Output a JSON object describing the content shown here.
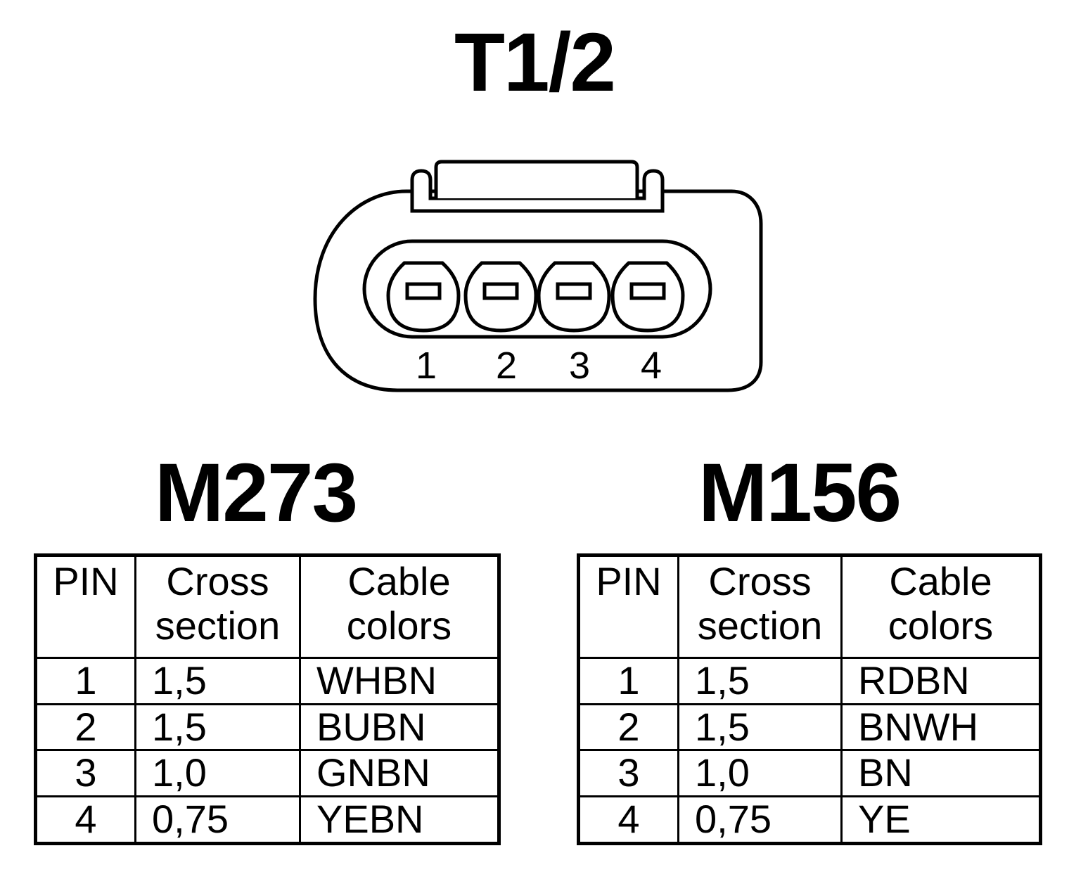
{
  "connector": {
    "title": "T1/2",
    "pins": [
      "1",
      "2",
      "3",
      "4"
    ]
  },
  "tables": [
    {
      "title": "M273",
      "headers": {
        "pin": "PIN",
        "cross_1": "Cross",
        "cross_2": "section",
        "colors_1": "Cable",
        "colors_2": "colors"
      },
      "rows": [
        {
          "pin": "1",
          "cross": "1,5",
          "color": "WHBN"
        },
        {
          "pin": "2",
          "cross": "1,5",
          "color": "BUBN"
        },
        {
          "pin": "3",
          "cross": "1,0",
          "color": "GNBN"
        },
        {
          "pin": "4",
          "cross": "0,75",
          "color": "YEBN"
        }
      ]
    },
    {
      "title": "M156",
      "headers": {
        "pin": "PIN",
        "cross_1": "Cross",
        "cross_2": "section",
        "colors_1": "Cable",
        "colors_2": "colors"
      },
      "rows": [
        {
          "pin": "1",
          "cross": "1,5",
          "color": "RDBN"
        },
        {
          "pin": "2",
          "cross": "1,5",
          "color": "BNWH"
        },
        {
          "pin": "3",
          "cross": "1,0",
          "color": "BN"
        },
        {
          "pin": "4",
          "cross": "0,75",
          "color": "YE"
        }
      ]
    }
  ]
}
